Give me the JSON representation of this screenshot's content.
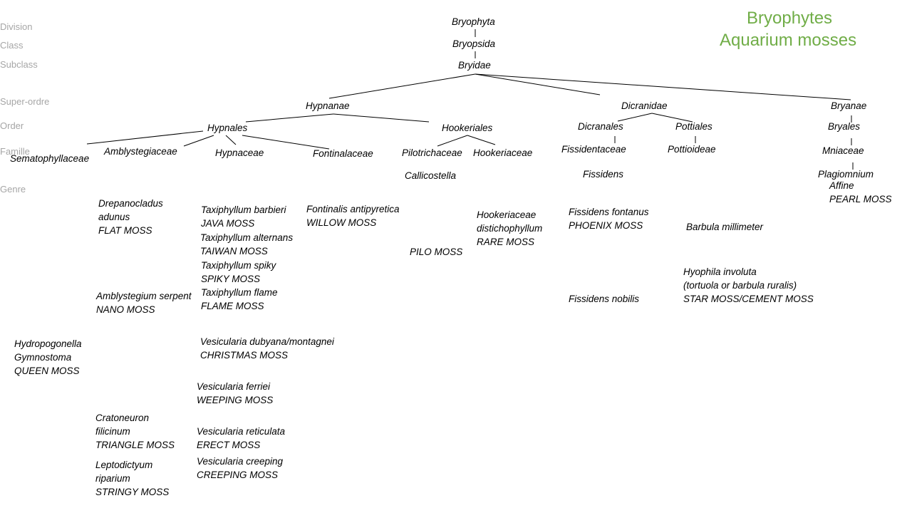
{
  "title": {
    "line1": "Bryophytes",
    "line2": "Aquarium mosses",
    "color": "#70ad47"
  },
  "ranks": {
    "division": "Division",
    "class": "Class",
    "subclass": "Subclass",
    "superorder": "Super-ordre",
    "order": "Order",
    "family": "Famille",
    "genus": "Genre"
  },
  "taxa": {
    "bryophyta": "Bryophyta",
    "bryopsida": "Bryopsida",
    "bryidae": "Bryidae",
    "hypnanae": "Hypnanae",
    "dicranidae": "Dicranidae",
    "bryanae": "Bryanae",
    "hypnales": "Hypnales",
    "hookeriales": "Hookeriales",
    "dicranales": "Dicranales",
    "pottiales": "Pottiales",
    "bryales": "Bryales",
    "sematophyllaceae": "Sematophyllaceae",
    "amblystegiaceae": "Amblystegiaceae",
    "hypnaceae": "Hypnaceae",
    "fontinalaceae": "Fontinalaceae",
    "pilotrichaceae": "Pilotrichaceae",
    "hookeriaceae": "Hookeriaceae",
    "fissidentaceae": "Fissidentaceae",
    "pottioideae": "Pottioideae",
    "mniaceae": "Mniaceae",
    "callicostella": "Callicostella",
    "fissidens": "Fissidens",
    "plagiomnium": "Plagiomnium"
  },
  "species": {
    "drepanocladus": {
      "lines": [
        "Drepanocladus",
        "adunus"
      ],
      "common": "FLAT MOSS"
    },
    "amblystegium": {
      "lines": [
        "Amblystegium serpent"
      ],
      "common": "NANO MOSS"
    },
    "hydropogonella": {
      "lines": [
        "Hydropogonella",
        "Gymnostoma"
      ],
      "common": "QUEEN MOSS"
    },
    "cratoneuron": {
      "lines": [
        "Cratoneuron",
        "filicinum"
      ],
      "common": "TRIANGLE MOSS"
    },
    "leptodictyum": {
      "lines": [
        "Leptodictyum",
        "riparium"
      ],
      "common": "STRINGY MOSS"
    },
    "tax_barbieri": {
      "lines": [
        "Taxiphyllum barbieri"
      ],
      "common": "JAVA MOSS"
    },
    "tax_alternans": {
      "lines": [
        "Taxiphyllum alternans"
      ],
      "common": "TAIWAN MOSS"
    },
    "tax_spiky": {
      "lines": [
        "Taxiphyllum spiky"
      ],
      "common": "SPIKY MOSS"
    },
    "tax_flame": {
      "lines": [
        "Taxiphyllum flame"
      ],
      "common": "FLAME MOSS"
    },
    "ves_dubyana": {
      "lines": [
        "Vesicularia dubyana/montagnei"
      ],
      "common": "CHRISTMAS MOSS"
    },
    "ves_ferriei": {
      "lines": [
        "Vesicularia ferriei"
      ],
      "common": "WEEPING MOSS"
    },
    "ves_reticulata": {
      "lines": [
        "Vesicularia reticulata"
      ],
      "common": "ERECT MOSS"
    },
    "ves_creeping": {
      "lines": [
        "Vesicularia creeping"
      ],
      "common": "CREEPING MOSS"
    },
    "fontinalis": {
      "lines": [
        "Fontinalis antipyretica"
      ],
      "common": "WILLOW MOSS"
    },
    "pilo": {
      "lines": [],
      "common": "PILO MOSS"
    },
    "hookeriaceae_d": {
      "lines": [
        "Hookeriaceae",
        "distichophyllum"
      ],
      "common": "RARE MOSS"
    },
    "fiss_fontanus": {
      "lines": [
        "Fissidens fontanus"
      ],
      "common": "PHOENIX MOSS"
    },
    "fiss_nobilis": {
      "lines": [
        "Fissidens nobilis"
      ],
      "common": ""
    },
    "barbula": {
      "lines": [
        "Barbula millimeter"
      ],
      "common": ""
    },
    "hyophila": {
      "lines": [
        "Hyophila involuta",
        "(tortuola or barbula ruralis)"
      ],
      "common": "STAR MOSS/CEMENT MOSS"
    },
    "plag_affine": {
      "lines": [
        "Affine"
      ],
      "common": "PEARL MOSS"
    }
  }
}
